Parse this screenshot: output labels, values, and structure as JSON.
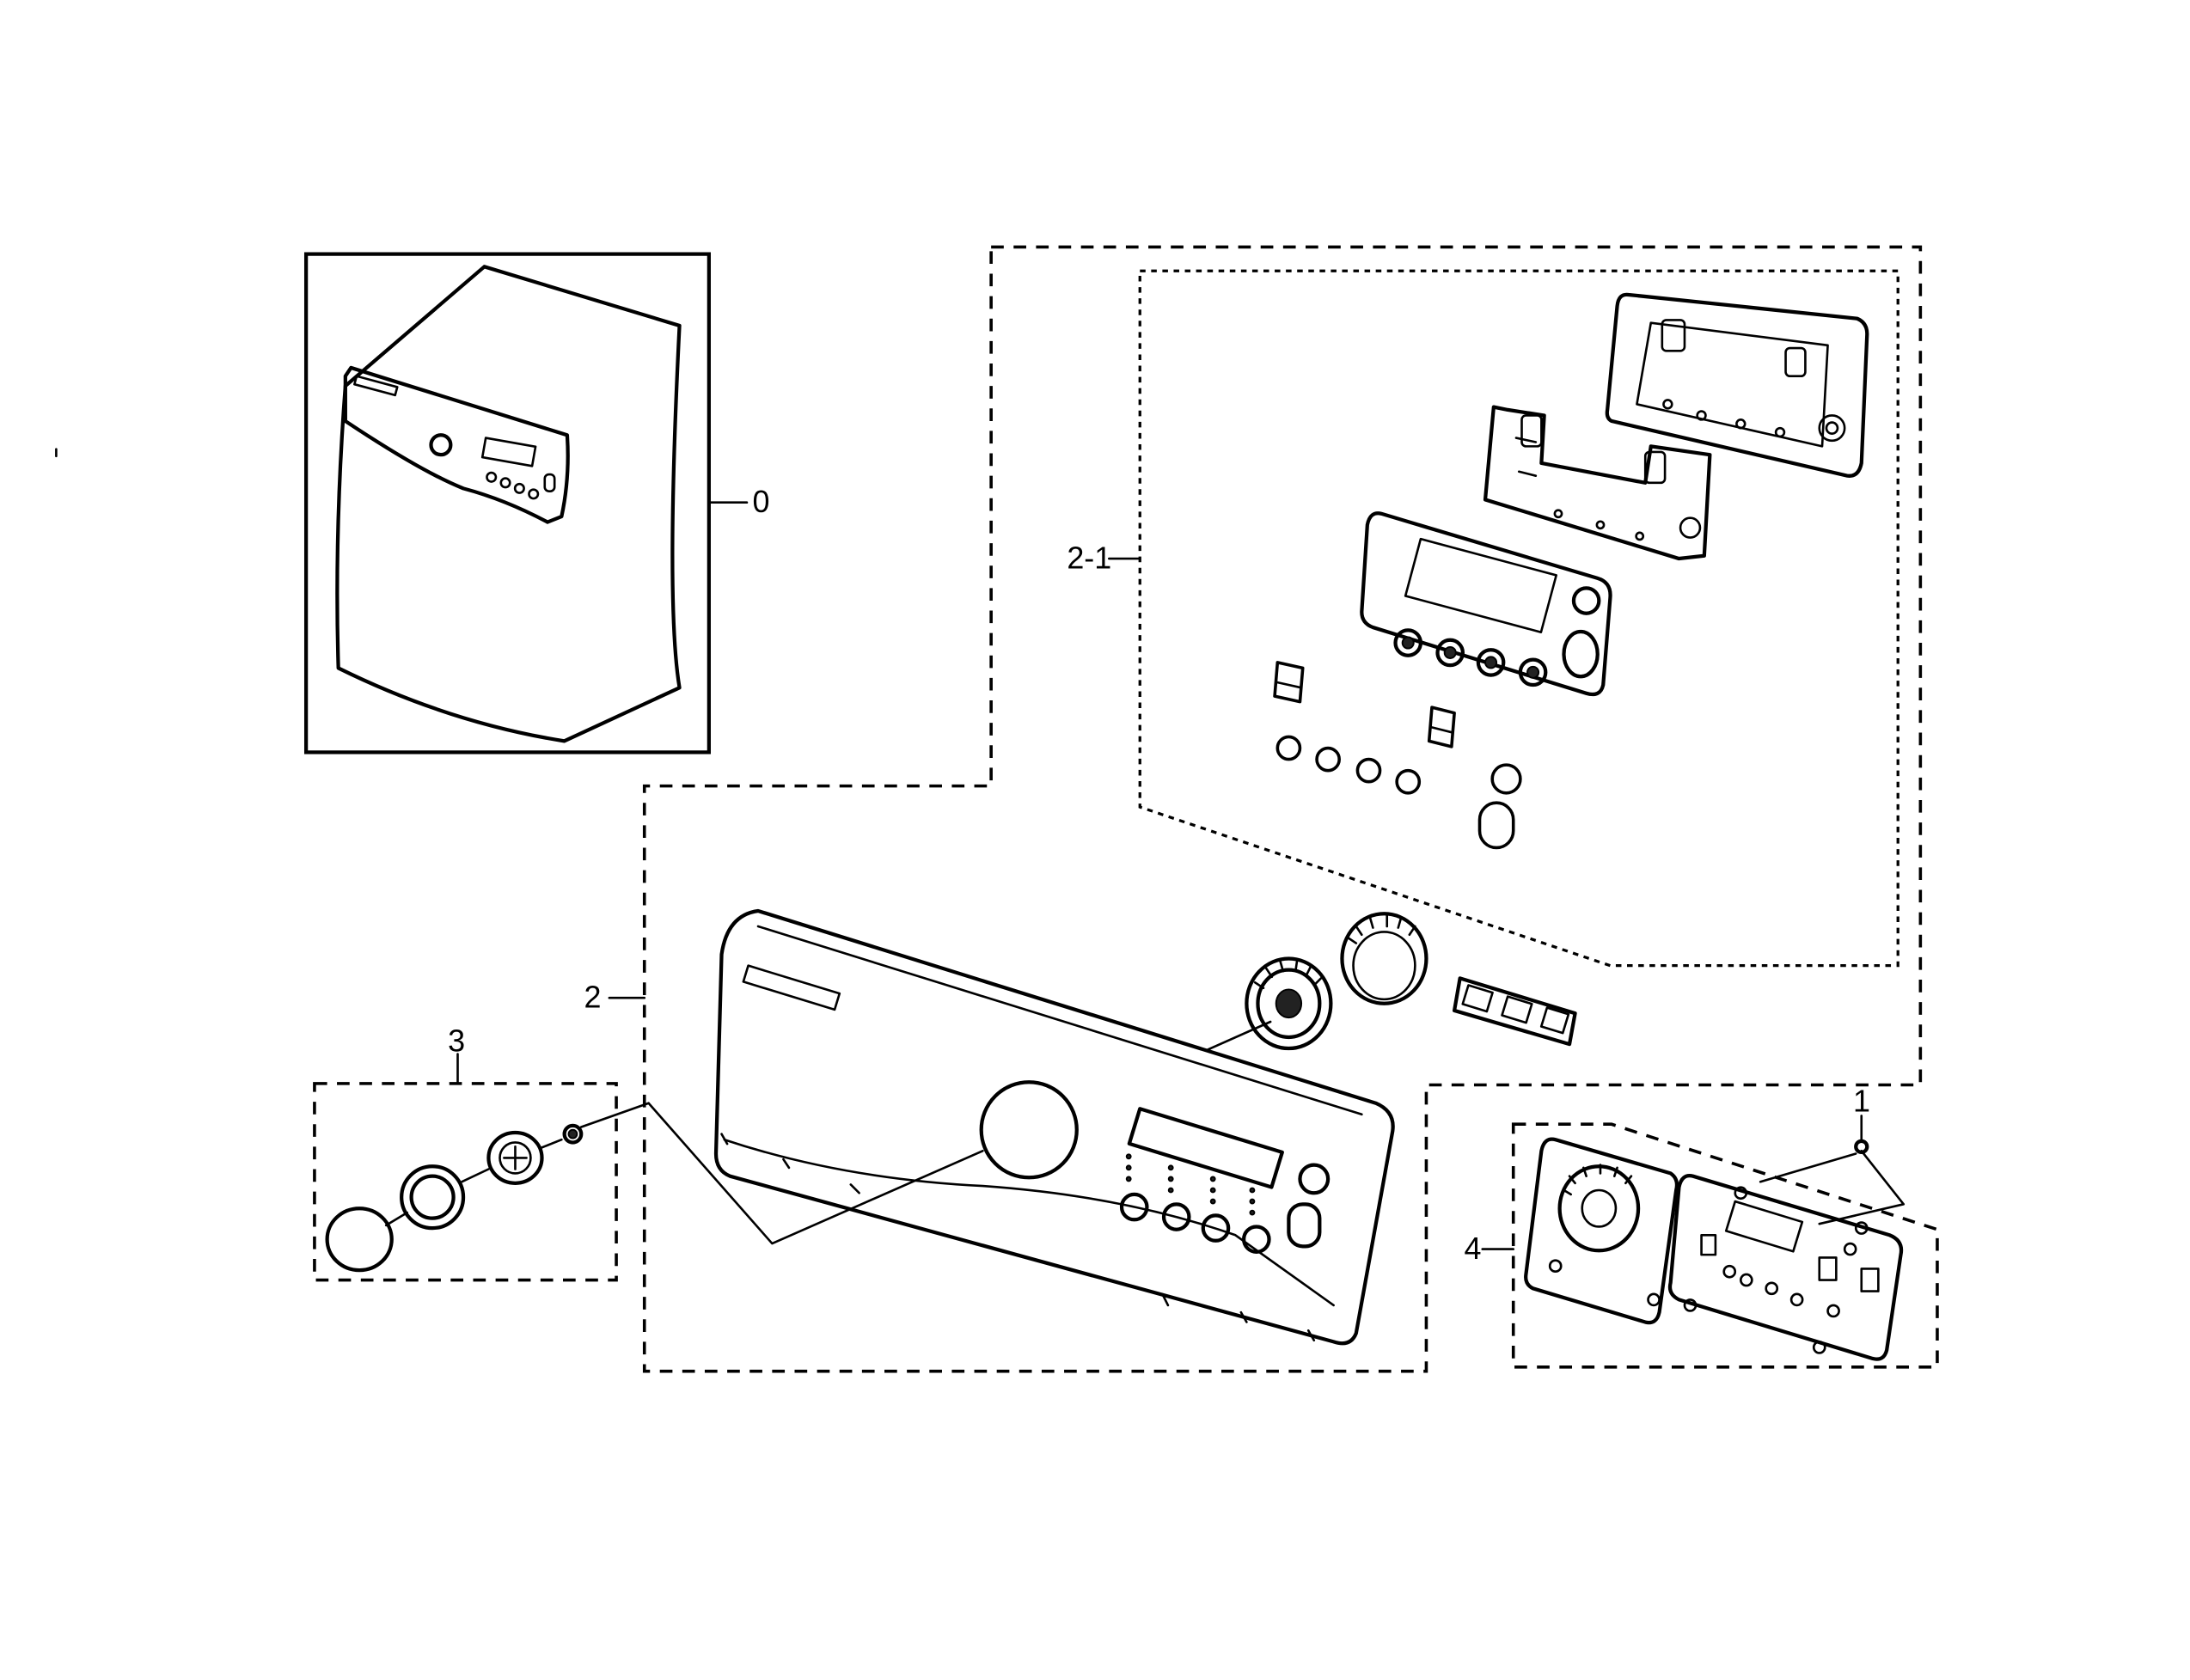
{
  "callouts": {
    "c0": "0",
    "c1": "1",
    "c2": "2",
    "c2_1": "2-1",
    "c3": "3",
    "c4": "4"
  }
}
